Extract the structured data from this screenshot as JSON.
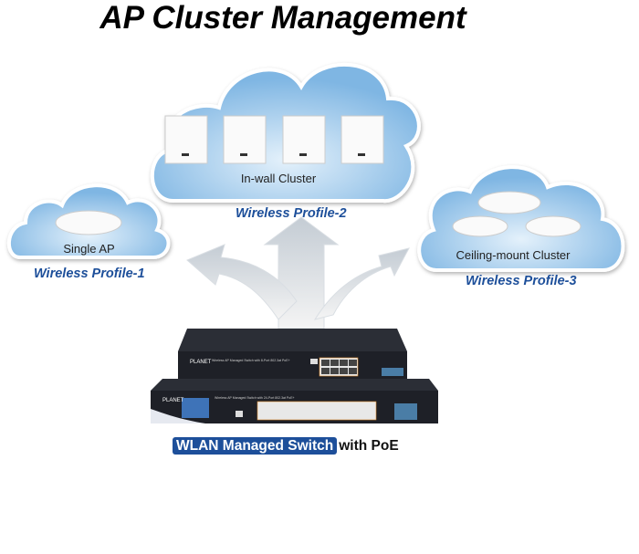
{
  "title": "AP Cluster Management",
  "clusters": [
    {
      "label": "Single AP",
      "profile": "Wireless Profile-1"
    },
    {
      "label": "In-wall Cluster",
      "profile": "Wireless Profile-2"
    },
    {
      "label": "Ceiling-mount Cluster",
      "profile": "Wireless Profile-3"
    }
  ],
  "switch": {
    "highlight": "WLAN Managed Switch",
    "rest": "with PoE",
    "top_model": "Wireless AP Managed Switch with 8-Port 802.3at PoE+",
    "bottom_model": "Wireless AP Managed Switch with 24-Port 802.3at PoE+",
    "brand": "PLANET"
  },
  "colors": {
    "accent": "#1d4f9a",
    "cloud": "#8ec0e8"
  }
}
